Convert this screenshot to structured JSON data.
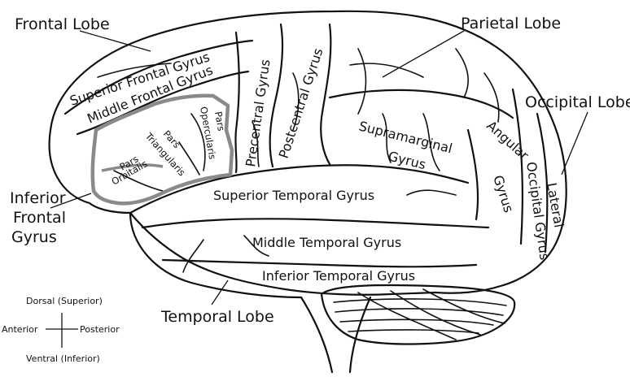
{
  "labels": {
    "frontal_lobe": "Frontal Lobe",
    "parietal_lobe": "Parietal Lobe",
    "occipital_lobe": "Occipital Lobe",
    "temporal_lobe": "Temporal Lobe",
    "inferior_frontal_gyrus": [
      "Inferior",
      "Frontal",
      "Gyrus"
    ],
    "superior_frontal_gyrus": "Superior Frontal Gyrus",
    "middle_frontal_gyrus": "Middle Frontal Gyrus",
    "precentral_gyrus": "Precentral Gyrus",
    "postcentral_gyrus": "Postcentral Gyrus",
    "supramarginal_gyrus": [
      "Supramarginal",
      "Gyrus"
    ],
    "angular_gyrus": [
      "Angular",
      "Gyrus"
    ],
    "lateral_occipital_gyrus": [
      "Lateral",
      "Occipital Gyrus"
    ],
    "pars_opercularis": [
      "Pars",
      "Opercularis"
    ],
    "pars_triangularis": [
      "Pars",
      "Triangularis"
    ],
    "pars_orbitalis": [
      "Pars",
      "Orbitalis"
    ],
    "superior_temporal_gyrus": "Superior Temporal Gyrus",
    "middle_temporal_gyrus": "Middle Temporal Gyrus",
    "inferior_temporal_gyrus": "Inferior Temporal Gyrus"
  },
  "orientation": {
    "dorsal": "Dorsal (Superior)",
    "ventral": "Ventral (Inferior)",
    "anterior": "Anterior",
    "posterior": "Posterior"
  },
  "colors": {
    "outline": "#111111",
    "highlight": "#8a8a8a",
    "background": "#ffffff"
  }
}
